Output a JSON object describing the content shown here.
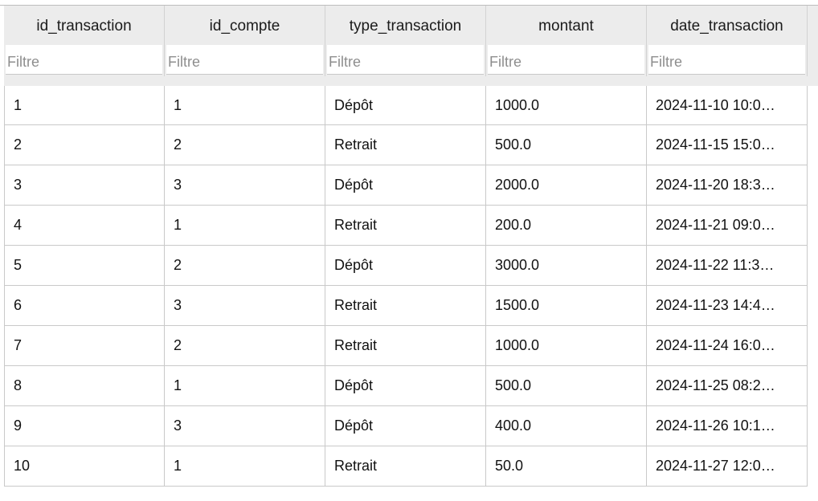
{
  "columns": [
    {
      "label": "id_transaction",
      "placeholder": "Filtre"
    },
    {
      "label": "id_compte",
      "placeholder": "Filtre"
    },
    {
      "label": "type_transaction",
      "placeholder": "Filtre"
    },
    {
      "label": "montant",
      "placeholder": "Filtre"
    },
    {
      "label": "date_transaction",
      "placeholder": "Filtre"
    }
  ],
  "rows": [
    [
      "1",
      "1",
      "Dépôt",
      "1000.0",
      "2024-11-10 10:0…"
    ],
    [
      "2",
      "2",
      "Retrait",
      "500.0",
      "2024-11-15 15:0…"
    ],
    [
      "3",
      "3",
      "Dépôt",
      "2000.0",
      "2024-11-20 18:3…"
    ],
    [
      "4",
      "1",
      "Retrait",
      "200.0",
      "2024-11-21 09:0…"
    ],
    [
      "5",
      "2",
      "Dépôt",
      "3000.0",
      "2024-11-22 11:3…"
    ],
    [
      "6",
      "3",
      "Retrait",
      "1500.0",
      "2024-11-23 14:4…"
    ],
    [
      "7",
      "2",
      "Retrait",
      "1000.0",
      "2024-11-24 16:0…"
    ],
    [
      "8",
      "1",
      "Dépôt",
      "500.0",
      "2024-11-25 08:2…"
    ],
    [
      "9",
      "3",
      "Dépôt",
      "400.0",
      "2024-11-26 10:1…"
    ],
    [
      "10",
      "1",
      "Retrait",
      "50.0",
      "2024-11-27 12:0…"
    ]
  ]
}
